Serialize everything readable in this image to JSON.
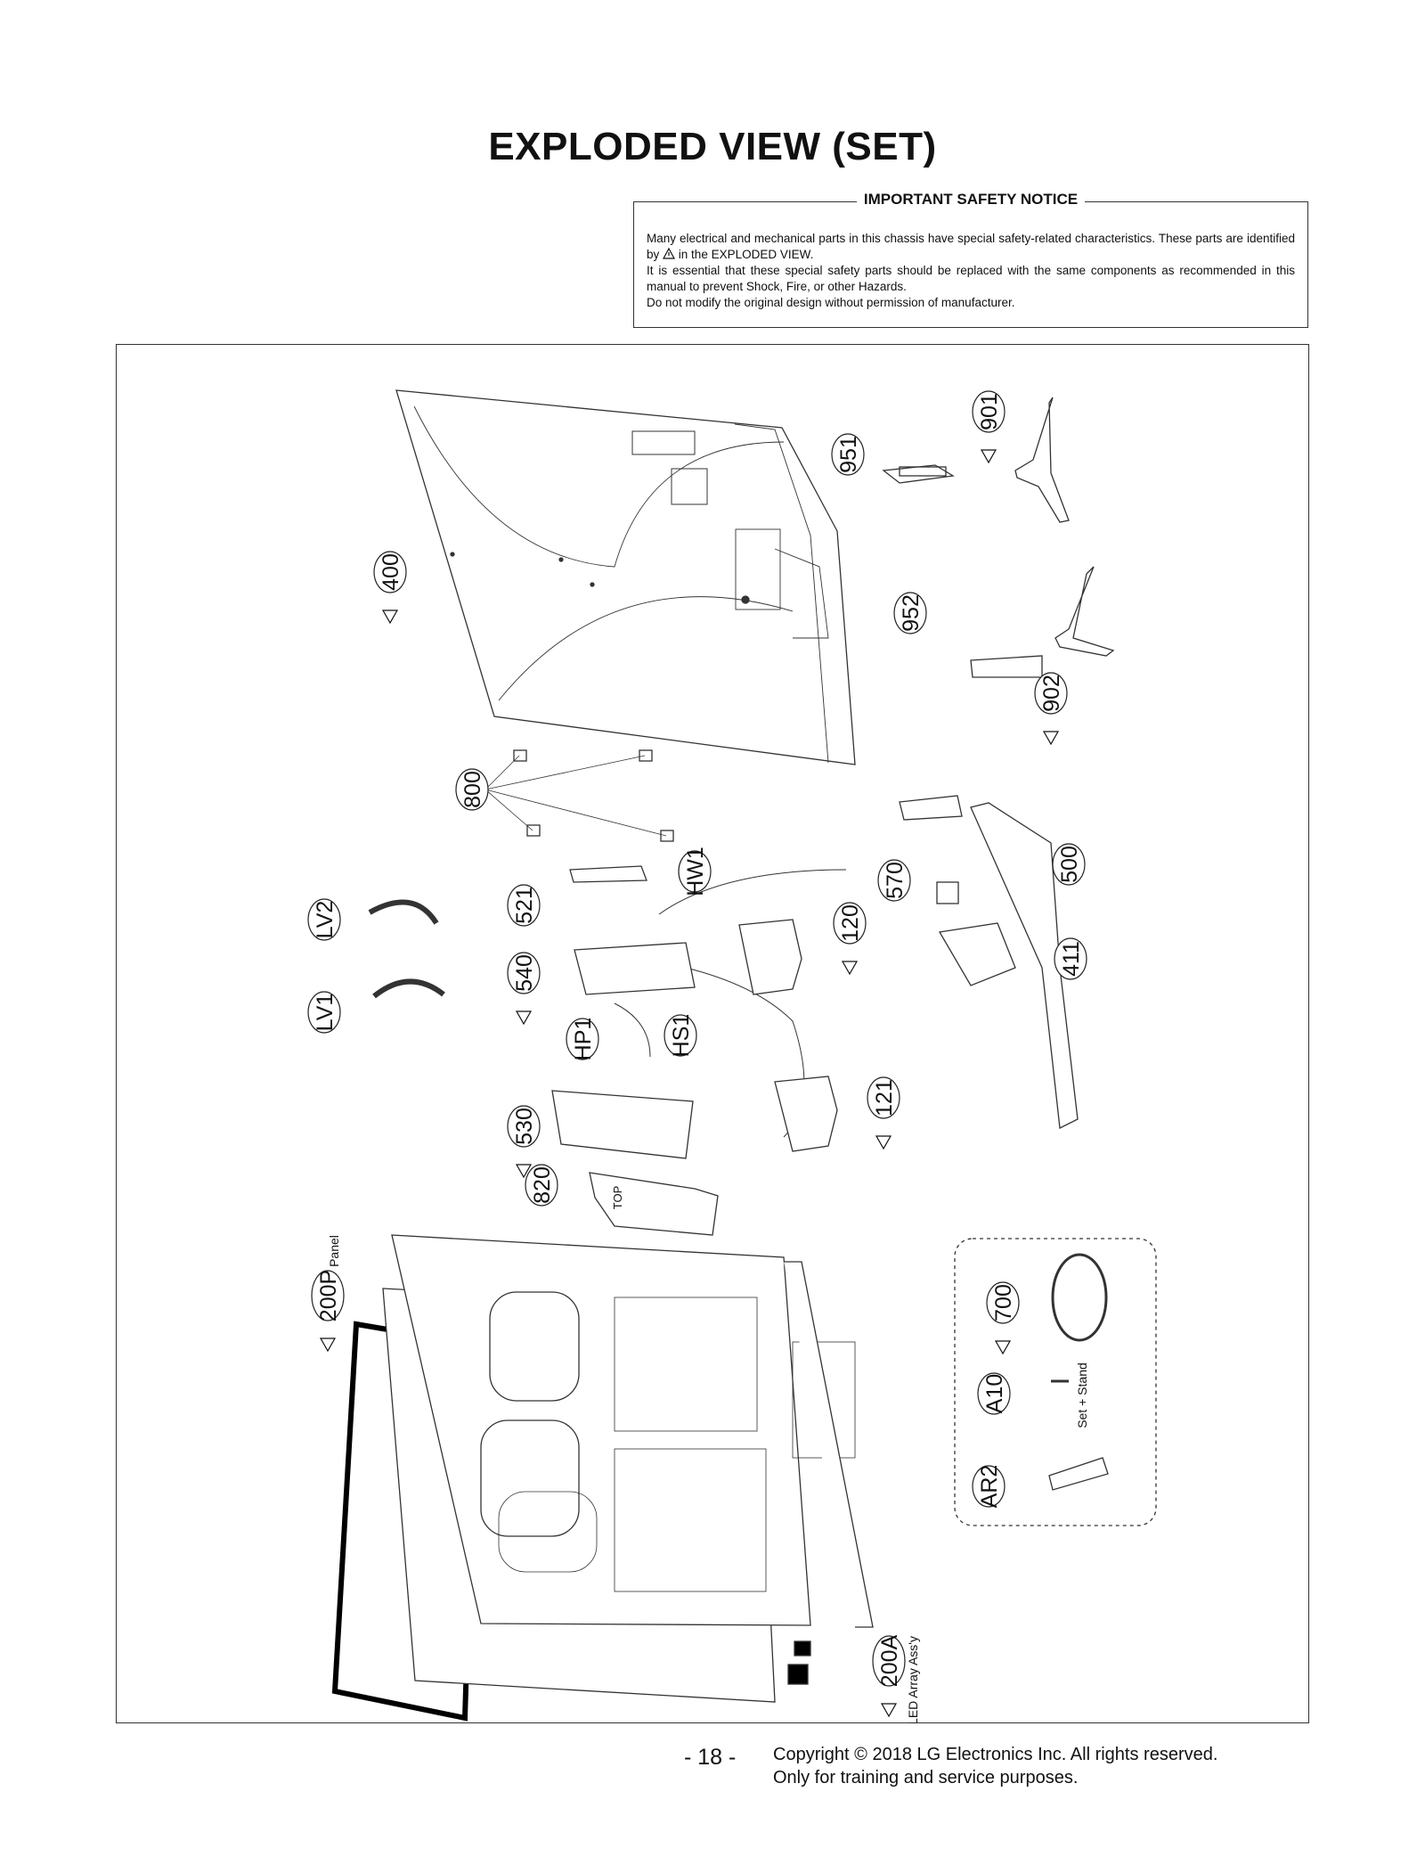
{
  "page": {
    "title": "EXPLODED VIEW (SET)",
    "notice_title": "IMPORTANT SAFETY NOTICE",
    "notice_line1": "Many electrical and mechanical parts in this chassis have special safety-related characteristics. These parts are identified by",
    "notice_line1b": "in the EXPLODED VIEW.",
    "notice_line2": "It is essential that these special safety parts should be replaced with the same components as recommended in this manual to prevent Shock, Fire, or other Hazards.",
    "notice_line3": "Do not modify the original design without permission of manufacturer.",
    "page_number": "- 18 -",
    "copyright_line1": "Copyright © 2018 LG Electronics Inc. All rights reserved.",
    "copyright_line2": "Only for training and service purposes."
  },
  "parts": [
    {
      "id": "400",
      "safety": true
    },
    {
      "id": "901",
      "safety": true
    },
    {
      "id": "951",
      "safety": false
    },
    {
      "id": "952",
      "safety": false
    },
    {
      "id": "902",
      "safety": true
    },
    {
      "id": "800",
      "safety": false
    },
    {
      "id": "HW1",
      "safety": false
    },
    {
      "id": "570",
      "safety": false
    },
    {
      "id": "500",
      "safety": false
    },
    {
      "id": "LV2",
      "safety": false
    },
    {
      "id": "521",
      "safety": false
    },
    {
      "id": "120",
      "safety": true
    },
    {
      "id": "411",
      "safety": false
    },
    {
      "id": "540",
      "safety": true
    },
    {
      "id": "LV1",
      "safety": false
    },
    {
      "id": "HP1",
      "safety": false
    },
    {
      "id": "HS1",
      "safety": false
    },
    {
      "id": "121",
      "safety": true
    },
    {
      "id": "530",
      "safety": true
    },
    {
      "id": "820",
      "safety": false
    },
    {
      "id": "200P",
      "safety": true
    },
    {
      "id": "700",
      "safety": true
    },
    {
      "id": "A10",
      "safety": false
    },
    {
      "id": "AR2",
      "safety": false
    },
    {
      "id": "200A",
      "safety": true
    }
  ],
  "notes": {
    "panel": "Panel",
    "set_stand": "Set + Stand",
    "led_array": "LED Array Ass'y",
    "top_mark": "TOP"
  }
}
